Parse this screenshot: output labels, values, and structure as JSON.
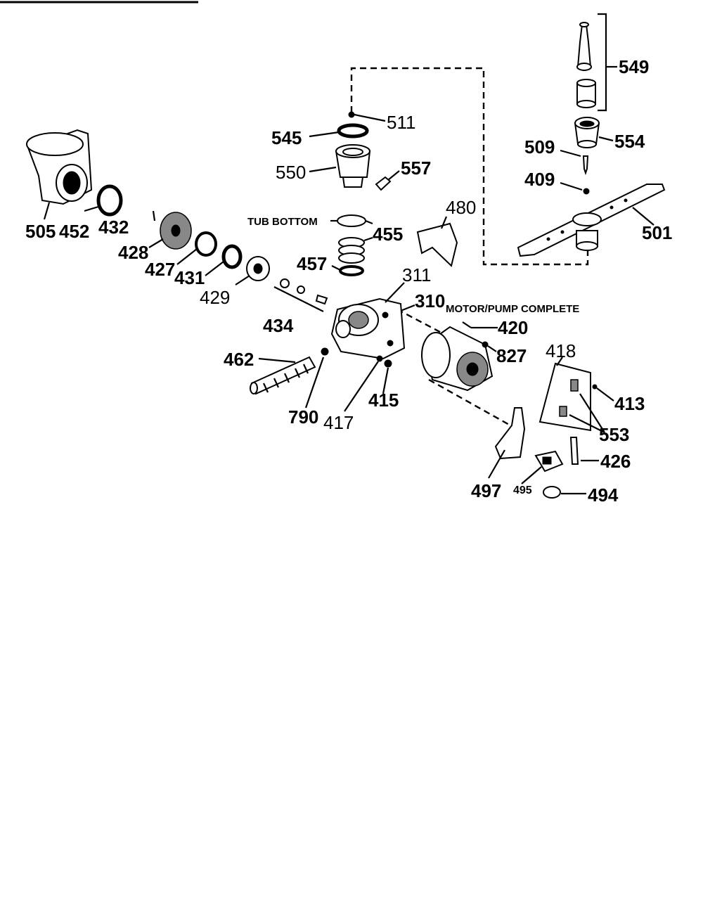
{
  "header_rule": true,
  "text_labels": {
    "tub_bottom": "TUB BOTTOM",
    "motor_pump_complete": "MOTOR/PUMP COMPLETE"
  },
  "part_numbers": {
    "p549": "549",
    "p511": "511",
    "p545": "545",
    "p554": "554",
    "p509": "509",
    "p557": "557",
    "p550": "550",
    "p409": "409",
    "p480": "480",
    "p505": "505",
    "p452": "452",
    "p432": "432",
    "p455": "455",
    "p501": "501",
    "p428": "428",
    "p457": "457",
    "p311": "311",
    "p427": "427",
    "p431": "431",
    "p429": "429",
    "p310": "310",
    "p420": "420",
    "p434": "434",
    "p418": "418",
    "p827": "827",
    "p462": "462",
    "p413": "413",
    "p415": "415",
    "p790": "790",
    "p417": "417",
    "p553": "553",
    "p426": "426",
    "p497": "497",
    "p495": "495",
    "p494": "494"
  }
}
